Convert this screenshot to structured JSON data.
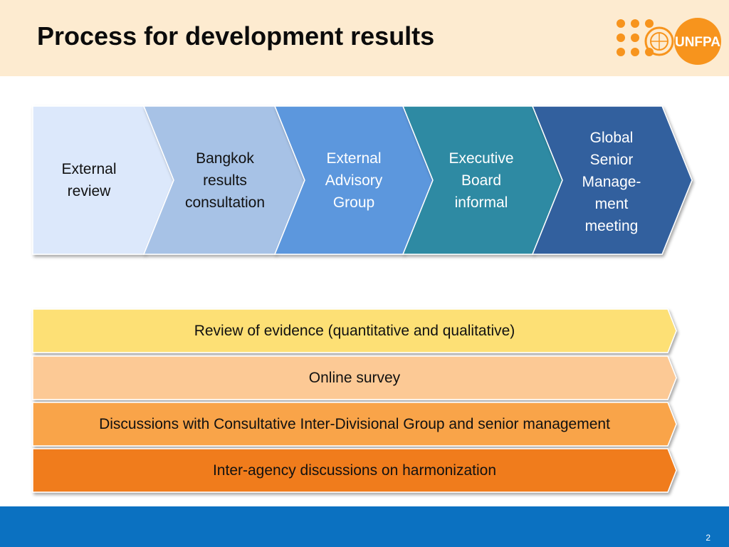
{
  "slide": {
    "title": "Process for development results",
    "page_number": "2"
  },
  "logo": {
    "text": "UNFPA",
    "dot_color": "#f7941d",
    "ring_color": "#f7941d"
  },
  "process_steps": [
    {
      "label": "External\nreview",
      "fill": "#dce8fb",
      "text_color": "#111111"
    },
    {
      "label": "Bangkok\nresults\nconsultation",
      "fill": "#a7c2e6",
      "text_color": "#111111"
    },
    {
      "label": "External\nAdvisory\nGroup",
      "fill": "#5b97dd",
      "text_color": "#ffffff"
    },
    {
      "label": "Executive\nBoard\ninformal",
      "fill": "#2e8aa3",
      "text_color": "#ffffff"
    },
    {
      "label": "Global\nSenior\nManage-\nment\nmeeting",
      "fill": "#33619e",
      "text_color": "#ffffff"
    }
  ],
  "activities": [
    {
      "label": "Review of evidence (quantitative and qualitative)",
      "fill": "#fde074"
    },
    {
      "label": "Online survey",
      "fill": "#fcc995"
    },
    {
      "label": "Discussions with Consultative Inter-Divisional Group and senior management",
      "fill": "#f9a44a"
    },
    {
      "label": "Inter-agency discussions on harmonization",
      "fill": "#f07c1c"
    }
  ]
}
